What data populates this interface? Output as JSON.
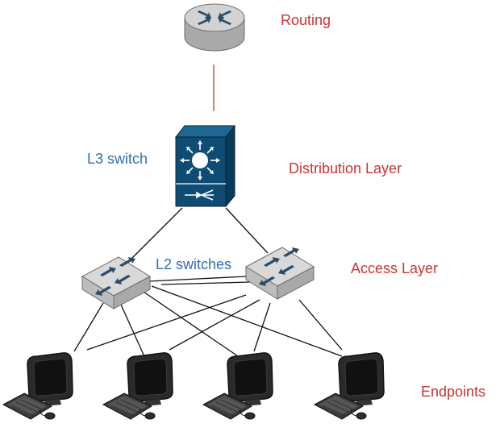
{
  "labels": {
    "routing": "Routing",
    "distribution": "Distribution Layer",
    "access": "Access Layer",
    "endpoints": "Endpoints",
    "l3_switch": "L3 switch",
    "l2_switches": "L2 switches"
  },
  "colors": {
    "layer_label": "#cc3333",
    "device_label": "#2f6fb2",
    "router_link": "#cc3333",
    "link": "#111111",
    "device_fill": "#0f4c73",
    "l2_switch_fill": "#d7d7d7",
    "router_fill": "#c9c9c9",
    "workstation_fill": "#1c1c1c"
  },
  "nodes": {
    "router": "router-icon",
    "l3_switch": "l3-switch-icon",
    "l2_switches": [
      "l2-switch-icon",
      "l2-switch-icon"
    ],
    "endpoints": [
      "workstation-icon",
      "workstation-icon",
      "workstation-icon",
      "workstation-icon"
    ]
  }
}
